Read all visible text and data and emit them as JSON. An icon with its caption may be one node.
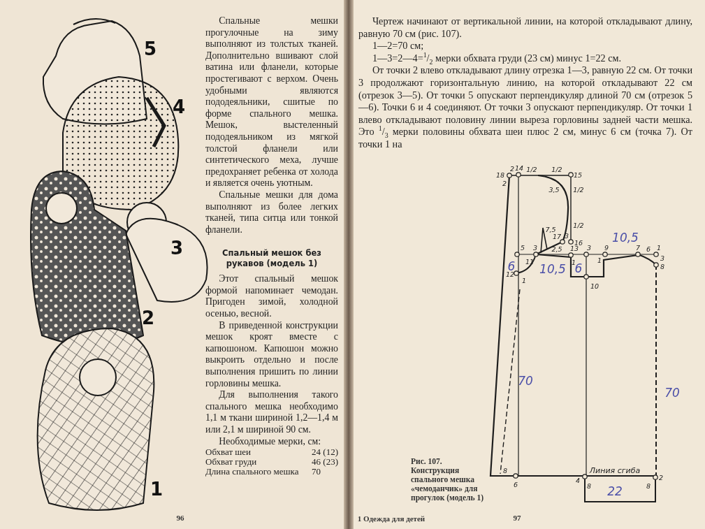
{
  "diagram": {
    "caption": "Рис. 107. Конструкция спального мешка «чемоданчик» для прогулок (модель 1)",
    "labels": [
      "5",
      "4",
      "3",
      "2",
      "1",
      "Спальные мешки прогулочные на зиму выполняют из толстых тканей. Дополнительно вшивают слой ватина или фланели, которые простегивают с верхом. Очень удобными являются пододеяльники, сшитые по форме спального мешка. Мешок, выстеленный пододеяльником из мягкой толстой фланели или синтетического меха, лучше предохраняет ребенка от холода и является очень уютным.",
      "Спальные мешки для дома выполняют из более легких тканей, типа ситца или тонкой фланели.",
      "Спальный мешок без рукавов (модель 1)",
      "Этот спальный мешок формой напоминает чемодан. Пригоден зимой, холодной осенью, весной.",
      "В приведенной конструкции мешок кроят вместе с капюшоном. Капюшон можно выкроить отдельно и после выполнения пришить по линии горловины мешка.",
      "Для выполнения такого спального мешка необходимо 1,1 м ткани шириной 1,2—1,4 м или 2,1 м шириной 90 см.",
      "Необходимые мерки, см:",
      "Обхват шеи",
      "24 (12)",
      "Обхват груди",
      "46 (23)",
      "Длина спального мешка",
      "70",
      "96",
      "Чертеж начинают от вертикальной линии, на которой откладывают длину, равную 70 см (рис. 107).",
      "1—2=70 см;",
      "1—3=2—4=$^{1}$/$_{2}$ мерки обхвата груди (23 см) минус 1=22 см.",
      "От точки 2 влево откладывают длину отрезка 1—3, равную 22 см. От точки 3 продолжают горизонтальную линию, на которой откладывают 22 см (отрезок 3—5). От точки 5 опускают перпендикуляр длиной 70 см (отрезок 5—6). Точки 6 и 4 соединяют. От точки 3 опускают перпендикуляр. От точки 1 влево откладывают половину линии выреза горловины задней части мешка. Это $^{1}$/$_{3}$ мерки половины обхвата шеи плюс 2 см, минус 6 см (точка 7). От точки 1 на",
      "18",
      "2",
      "2",
      "14",
      "1/2",
      "1/2",
      "15",
      "3,5",
      "1/2",
      "1/2",
      "7,5",
      "17",
      "3",
      "16",
      "5",
      "3",
      "2,5",
      "13",
      "3",
      "9",
      "10,5",
      "7",
      "6",
      "1",
      "3",
      "8",
      "6",
      "11",
      "1",
      "1",
      "10,5",
      "6",
      "12",
      "1",
      "10",
      "70",
      "70",
      "8",
      "6",
      "4",
      "Линия сгиба",
      "2",
      "8",
      "8",
      "22",
      "1 Одежда для детей",
      "97"
    ]
  }
}
